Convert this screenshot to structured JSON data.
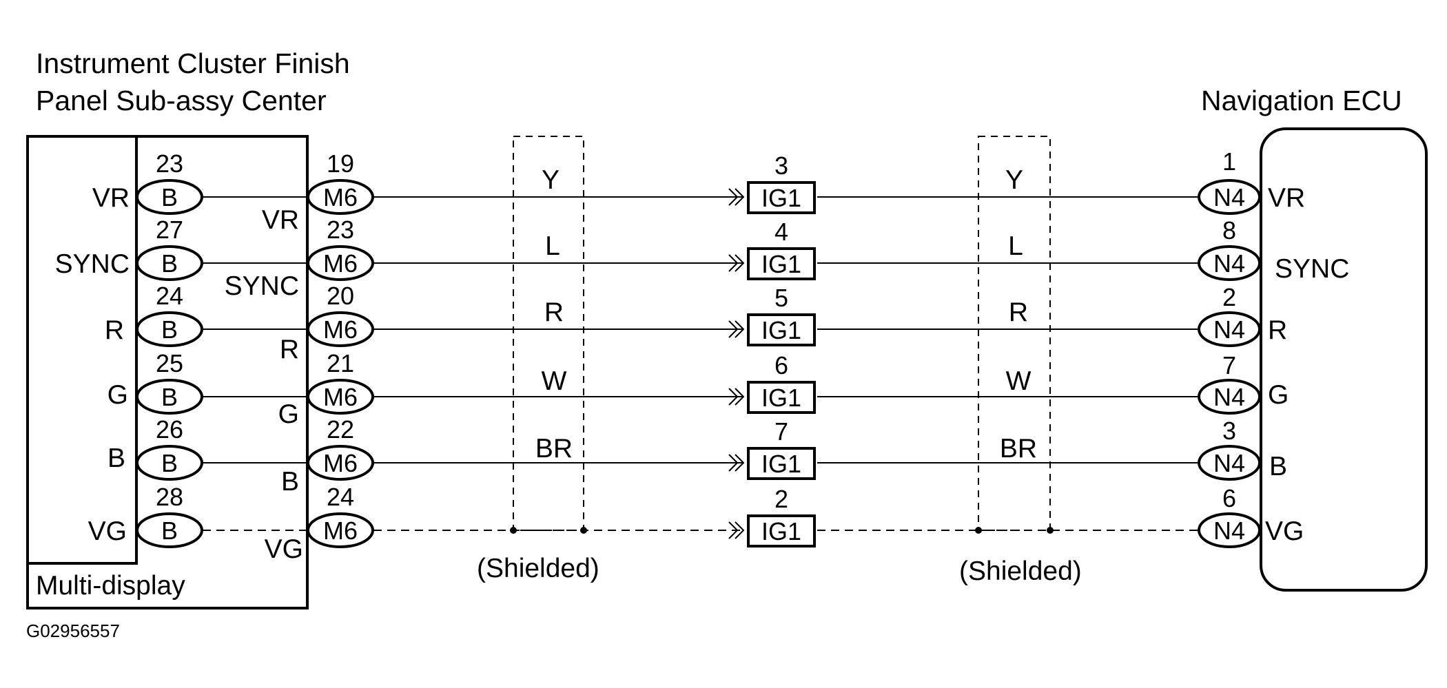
{
  "figure_id": "G02956557",
  "left_component": {
    "title_line1": "Instrument Cluster Finish",
    "title_line2": "Panel Sub-assy Center",
    "sub_label": "Multi-display"
  },
  "right_component": {
    "title": "Navigation ECU"
  },
  "shield_label": "(Shielded)",
  "signals": [
    {
      "inner_label": "VR",
      "b_pin": "23",
      "b_conn": "B",
      "outer_label": "VR",
      "m_pin": "19",
      "m_conn": "M6",
      "wire_color": "Y",
      "ig_pin": "3",
      "ig_conn": "IG1",
      "n_pin": "1",
      "n_conn": "N4",
      "ecu_label": "VR"
    },
    {
      "inner_label": "SYNC",
      "b_pin": "27",
      "b_conn": "B",
      "outer_label": "SYNC",
      "m_pin": "23",
      "m_conn": "M6",
      "wire_color": "L",
      "ig_pin": "4",
      "ig_conn": "IG1",
      "n_pin": "8",
      "n_conn": "N4",
      "ecu_label": "SYNC"
    },
    {
      "inner_label": "R",
      "b_pin": "24",
      "b_conn": "B",
      "outer_label": "R",
      "m_pin": "20",
      "m_conn": "M6",
      "wire_color": "R",
      "ig_pin": "5",
      "ig_conn": "IG1",
      "n_pin": "2",
      "n_conn": "N4",
      "ecu_label": "R"
    },
    {
      "inner_label": "G",
      "b_pin": "25",
      "b_conn": "B",
      "outer_label": "G",
      "m_pin": "21",
      "m_conn": "M6",
      "wire_color": "W",
      "ig_pin": "6",
      "ig_conn": "IG1",
      "n_pin": "7",
      "n_conn": "N4",
      "ecu_label": "G"
    },
    {
      "inner_label": "B",
      "b_pin": "26",
      "b_conn": "B",
      "outer_label": "B",
      "m_pin": "22",
      "m_conn": "M6",
      "wire_color": "BR",
      "ig_pin": "7",
      "ig_conn": "IG1",
      "n_pin": "3",
      "n_conn": "N4",
      "ecu_label": "B"
    },
    {
      "inner_label": "VG",
      "b_pin": "28",
      "b_conn": "B",
      "outer_label": "VG",
      "m_pin": "24",
      "m_conn": "M6",
      "wire_color": "",
      "ig_pin": "2",
      "ig_conn": "IG1",
      "n_pin": "6",
      "n_conn": "N4",
      "ecu_label": "VG"
    }
  ]
}
